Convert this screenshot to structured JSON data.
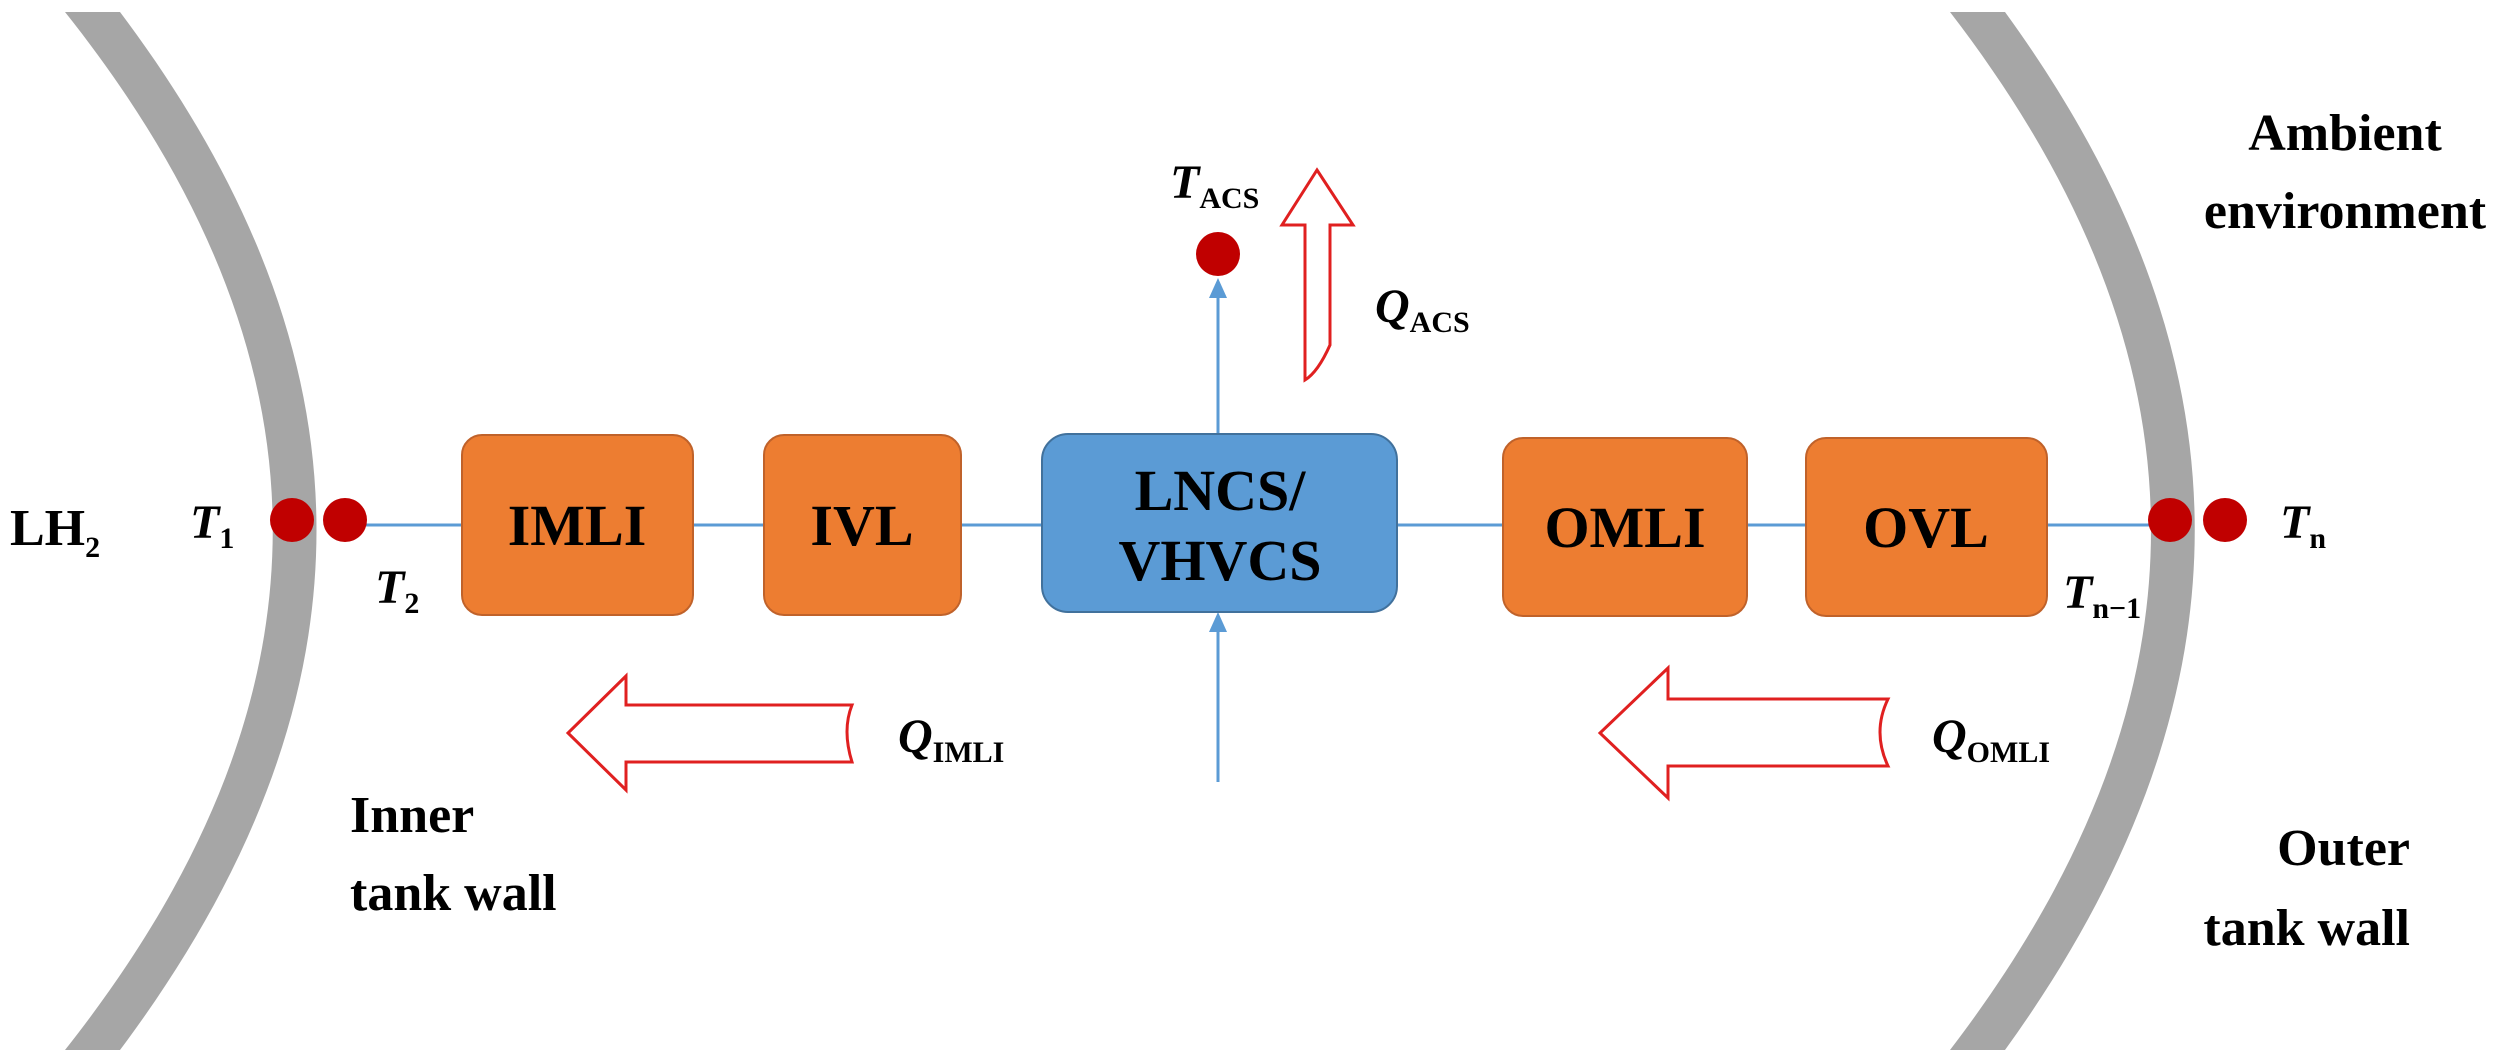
{
  "colors": {
    "wall": "#a6a6a6",
    "layer_box": "#ed7d31",
    "layer_box_border": "#c0622a",
    "cooling_box": "#5b9bd5",
    "cooling_box_border": "#41719c",
    "connector": "#5b9bd5",
    "heat_arrow": "#e02020",
    "node": "#c00000"
  },
  "boxes": {
    "imli": "IMLI",
    "ivl": "IVL",
    "cooling_line1": "LNCS/",
    "cooling_line2": "VHVCS",
    "omli": "OMLI",
    "ovl": "OVL"
  },
  "labels": {
    "lh2_main": "LH",
    "lh2_sub": "2",
    "inner_wall_line1": "Inner",
    "inner_wall_line2": "tank wall",
    "outer_wall_line1": "Outer",
    "outer_wall_line2": "tank wall",
    "ambient_line1": "Ambient",
    "ambient_line2": "environment"
  },
  "temperatures": {
    "t1": {
      "symbol": "T",
      "sub": "1"
    },
    "t2": {
      "symbol": "T",
      "sub": "2"
    },
    "tacs": {
      "symbol": "T",
      "sub": "ACS"
    },
    "tn1": {
      "symbol": "T",
      "sub": "n−1"
    },
    "tn": {
      "symbol": "T",
      "sub": "n"
    }
  },
  "heat_flows": {
    "qacs": {
      "symbol": "Q",
      "sub": "ACS"
    },
    "qimli": {
      "symbol": "Q",
      "sub": "IMLI"
    },
    "qomli": {
      "symbol": "Q",
      "sub": "OMLI"
    }
  }
}
